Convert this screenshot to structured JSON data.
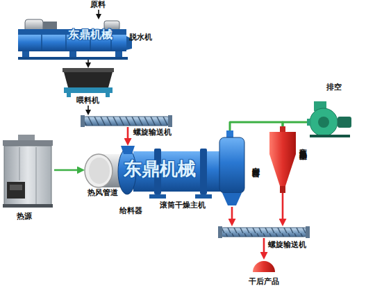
{
  "diagram": {
    "nodes": [
      {
        "text": [
          "原料"
        ]
      },
      {
        "text": [
          "脱水机"
        ]
      },
      {
        "text": [
          "喂料机"
        ]
      },
      {
        "text": [
          "螺旋输送机"
        ]
      },
      {
        "text": [
          "热源"
        ]
      },
      {
        "text": [
          "热风管道"
        ]
      },
      {
        "text": [
          "给料器"
        ]
      },
      {
        "text": [
          "滚筒干燥主机"
        ]
      },
      {
        "text": [
          "密封排料器"
        ]
      },
      {
        "text": [
          "排空"
        ]
      },
      {
        "text": [
          "高效旋风除尘器"
        ]
      },
      {
        "text": [
          "螺旋输送机"
        ]
      },
      {
        "text": [
          "干后产品"
        ]
      }
    ],
    "edges": [
      {
        "from": 0,
        "to": 1,
        "arrow": "to"
      },
      {
        "from": 1,
        "to": 2,
        "arrow": "to"
      },
      {
        "from": 2,
        "to": 3,
        "arrow": "to"
      },
      {
        "from": 3,
        "to": 6,
        "arrow": "to"
      },
      {
        "from": 4,
        "to": 5,
        "arrow": "to"
      },
      {
        "from": 8,
        "to": 10,
        "arrow": "none"
      },
      {
        "from": 10,
        "to": 9,
        "arrow": "none"
      },
      {
        "from": 8,
        "to": 11,
        "arrow": "to"
      },
      {
        "from": 10,
        "to": 11,
        "arrow": "to"
      },
      {
        "from": 11,
        "to": 12,
        "arrow": "to"
      }
    ],
    "labels": [
      "东鼎机械",
      "东鼎机械"
    ]
  }
}
